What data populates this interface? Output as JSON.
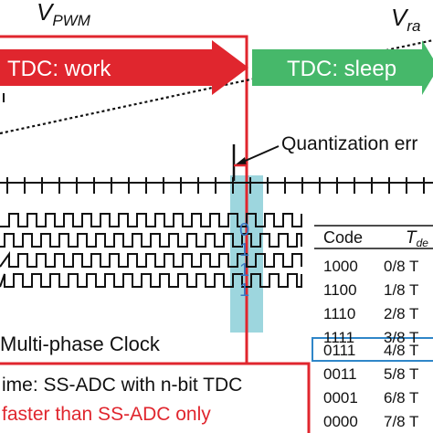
{
  "signals": {
    "v_pwm": "V",
    "v_pwm_sub": "PWM",
    "v_ramp": "V",
    "v_ramp_sub": "ra"
  },
  "phases": {
    "work": "TDC: work",
    "sleep": "TDC: sleep"
  },
  "quantization_label": "Quantization err",
  "clock_label": "Multi-phase Clock",
  "sample_bits": [
    "0",
    "1",
    "1",
    "1"
  ],
  "table": {
    "header_code": "Code",
    "header_t": "T",
    "header_t_sub": "de",
    "rows": [
      {
        "code": "1000",
        "t": "0/8 T"
      },
      {
        "code": "1100",
        "t": "1/8 T"
      },
      {
        "code": "1110",
        "t": "2/8 T"
      },
      {
        "code": "1111",
        "t": "3/8 T"
      },
      {
        "code": "0111",
        "t": "4/8 T"
      },
      {
        "code": "0011",
        "t": "5/8 T"
      },
      {
        "code": "0001",
        "t": "6/8 T"
      },
      {
        "code": "0000",
        "t": "7/8 T"
      }
    ],
    "highlight_index": 4
  },
  "caption": {
    "line1": "ime: SS-ADC with n-bit TDC",
    "line2": "faster than SS-ADC only"
  },
  "colors": {
    "red": "#e0262e",
    "green": "#46b86a",
    "teal": "#8ccfd8",
    "blue": "#2f86c8",
    "bits_blue": "#3a78c4"
  }
}
